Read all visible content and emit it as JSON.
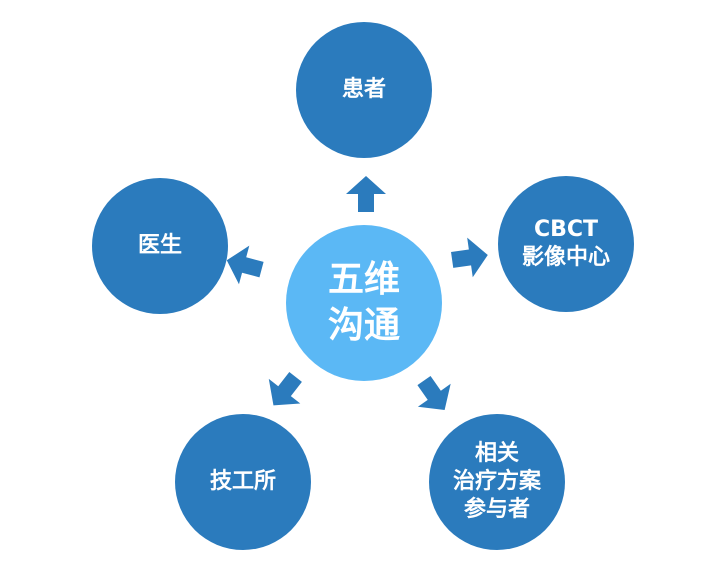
{
  "colors": {
    "outer_node": "#2b7bbd",
    "center_node": "#5bb8f5",
    "arrow": "#2b7bbd",
    "text": "#ffffff"
  },
  "center": {
    "lines": [
      "五维",
      "沟通"
    ]
  },
  "nodes": [
    {
      "id": "patient",
      "lines": [
        "患者"
      ]
    },
    {
      "id": "cbct",
      "lines": [
        "CBCT",
        "影像中心"
      ]
    },
    {
      "id": "participants",
      "lines": [
        "相关",
        "治疗方案",
        "参与者"
      ]
    },
    {
      "id": "lab",
      "lines": [
        "技工所"
      ]
    },
    {
      "id": "doctor",
      "lines": [
        "医生"
      ]
    }
  ]
}
